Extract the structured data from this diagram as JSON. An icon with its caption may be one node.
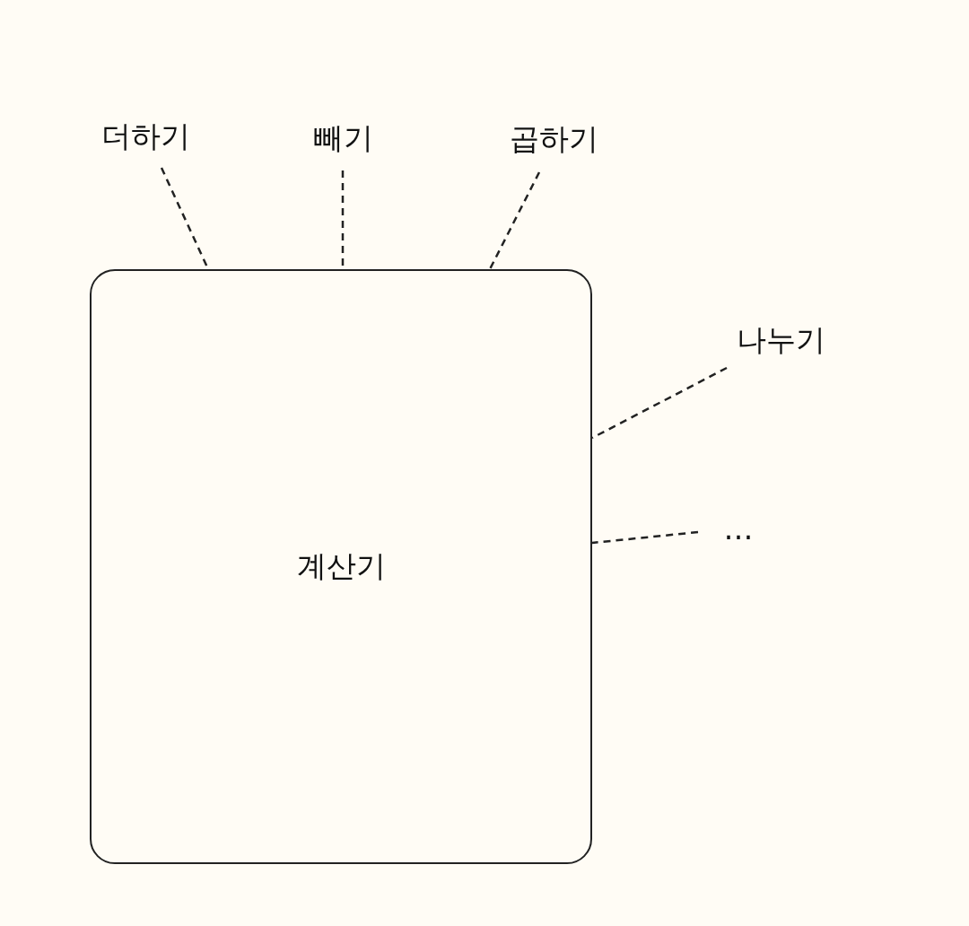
{
  "diagram": {
    "nodes": [
      {
        "text": [
          "더하기"
        ]
      },
      {
        "text": [
          "빼기"
        ]
      },
      {
        "text": [
          "곱하기"
        ]
      },
      {
        "text": [
          "나누기"
        ]
      },
      {
        "text": [
          "계산기"
        ]
      },
      {
        "text": [
          "…"
        ]
      }
    ],
    "edges": [
      {
        "from": 0,
        "to": 4,
        "arrow": "none",
        "style": "dashed"
      },
      {
        "from": 1,
        "to": 4,
        "arrow": "none",
        "style": "dashed"
      },
      {
        "from": 2,
        "to": 4,
        "arrow": "none",
        "style": "dashed"
      },
      {
        "from": 3,
        "to": 4,
        "arrow": "none",
        "style": "dashed"
      },
      {
        "from": 5,
        "to": 4,
        "arrow": "none",
        "style": "dashed"
      }
    ]
  }
}
